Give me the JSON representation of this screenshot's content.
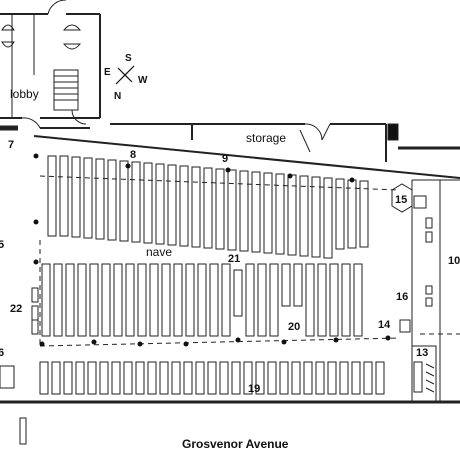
{
  "rooms": {
    "lobby": "lobby",
    "storage": "storage",
    "nave": "nave",
    "street": "Grosvenor Avenue"
  },
  "compass": {
    "north": "N",
    "south": "S",
    "east": "E",
    "west": "W"
  },
  "markers": {
    "m5_top": "5",
    "m6_bottom": "6",
    "m7": "7",
    "m8": "8",
    "m9": "9",
    "m10": "10",
    "m13": "13",
    "m14": "14",
    "m15": "15",
    "m16": "16",
    "m19": "19",
    "m20": "20",
    "m21": "21",
    "m22": "22"
  }
}
